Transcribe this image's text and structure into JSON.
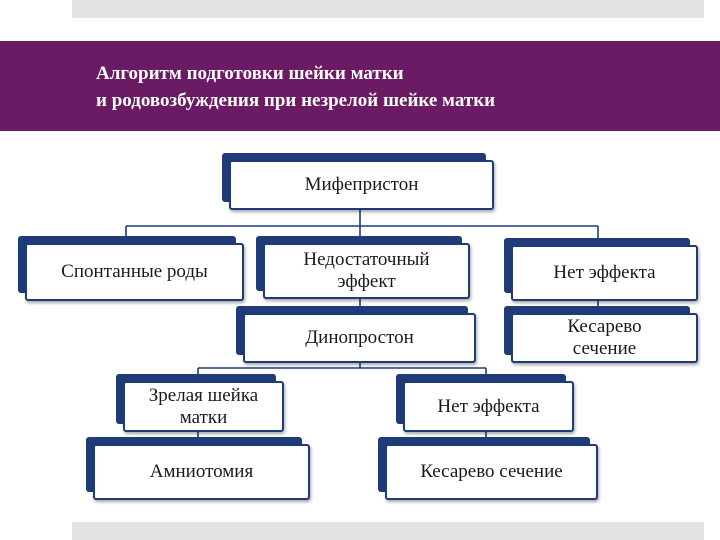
{
  "title": {
    "line1": "Алгоритм подготовки шейки матки",
    "line2": "и родовозбуждения при незрелой шейке матки"
  },
  "nodes": {
    "mifepristone": {
      "lines": [
        "Мифепристон"
      ]
    },
    "spontaneous_labor": {
      "lines": [
        "Спонтанные роды"
      ]
    },
    "insufficient_effect": {
      "lines": [
        "Недостаточный",
        "эффект"
      ]
    },
    "no_effect_1": {
      "lines": [
        "Нет эффекта"
      ]
    },
    "dinoprostone": {
      "lines": [
        "Динопростон"
      ]
    },
    "cesarean_1": {
      "lines": [
        "Кесарево",
        "сечение"
      ]
    },
    "mature_cervix": {
      "lines": [
        "Зрелая шейка",
        "матки"
      ]
    },
    "no_effect_2": {
      "lines": [
        "Нет эффекта"
      ]
    },
    "amniotomy": {
      "lines": [
        "Амниотомия"
      ]
    },
    "cesarean_2": {
      "lines": [
        "Кесарево сечение"
      ]
    }
  },
  "colors": {
    "banner": "#6b1a64",
    "node_border": "#1f3c79",
    "connector": "#1f3c79"
  }
}
